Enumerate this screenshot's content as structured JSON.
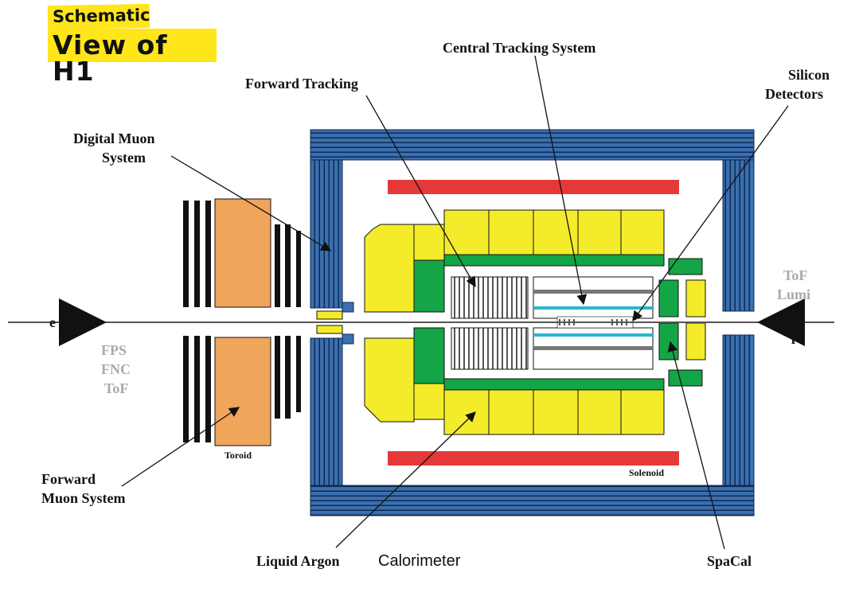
{
  "title": {
    "small": "Schematic",
    "big": "View of H1"
  },
  "labels": {
    "central_tracking": "Central  Tracking System",
    "forward_tracking": "Forward  Tracking",
    "silicon_line1": "Silicon",
    "silicon_line2": "Detectors",
    "digital_muon_line1": "Digital Muon",
    "digital_muon_line2": "System",
    "tof_lumi_line1": "ToF",
    "tof_lumi_line2": "Lumi",
    "electron": "e",
    "proton": "p",
    "fps": "FPS",
    "fnc": "FNC",
    "tof": "ToF",
    "toroid": "Toroid",
    "solenoid": "Solenoid",
    "forward_muon_line1": "Forward",
    "forward_muon_line2": "Muon System",
    "liquid_argon": "Liquid Argon",
    "calorimeter": "Calorimeter",
    "spacal": "SpaCal"
  },
  "colors": {
    "yoke_blue": "#3b6fae",
    "yoke_stripe": "#0d2a55",
    "coil_red": "#e53939",
    "calorimeter_yellow": "#f4ec2a",
    "calorimeter_green": "#14a546",
    "toroid_orange": "#efa55a",
    "title_highlight": "#ffe61a",
    "gray_text": "#aaaaaa"
  }
}
